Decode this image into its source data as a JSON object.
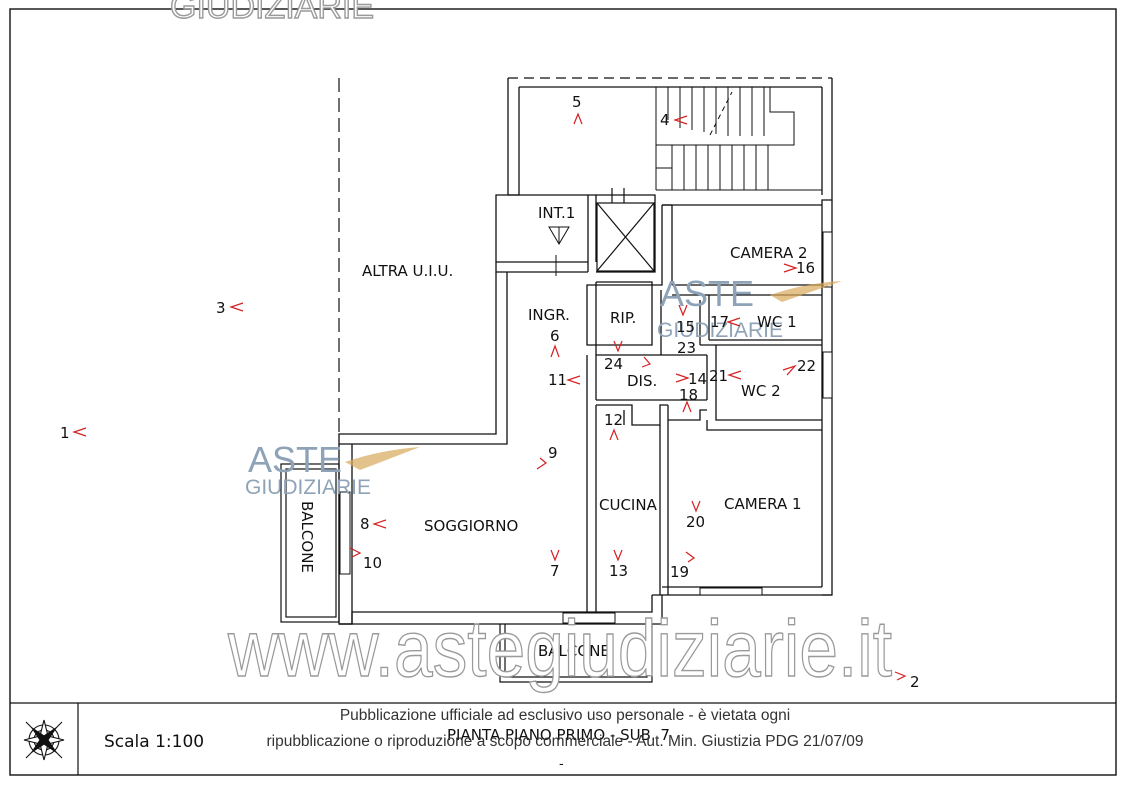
{
  "watermarks": {
    "top": "GIUDIZIARIE",
    "aste": "ASTE",
    "giudiziarie": "GIUDIZIARIE",
    "website": "www.astegiudiziarie.it"
  },
  "rooms": {
    "altra_uiu": "ALTRA U.I.U.",
    "int1": "INT.1",
    "ingresso": "INGR.",
    "ripostiglio": "RIP.",
    "camera2": "CAMERA 2",
    "wc1": "WC 1",
    "disimpegno": "DIS.",
    "wc2": "WC 2",
    "soggiorno": "SOGGIORNO",
    "cucina": "CUCINA",
    "camera1": "CAMERA 1",
    "balcone_left": "BALCONE",
    "balcone_bottom": "BALCONE"
  },
  "photo_points": {
    "p1": "1",
    "p2": "2",
    "p3": "3",
    "p4": "4",
    "p5": "5",
    "p6": "6",
    "p7": "7",
    "p8": "8",
    "p9": "9",
    "p10": "10",
    "p11": "11",
    "p12": "12",
    "p13": "13",
    "p14": "14",
    "p15": "15",
    "p16": "16",
    "p17": "17",
    "p18": "18",
    "p19": "19",
    "p20": "20",
    "p21": "21",
    "p22": "22",
    "p23": "23",
    "p24": "24"
  },
  "footer": {
    "scale": "Scala 1:100",
    "plan_title": "PIANTA PIANO PRIMO - SUB. 7",
    "notice_line1": "Pubblicazione ufficiale ad esclusivo uso personale - è vietata ogni",
    "notice_line2": "ripubblicazione o riproduzione a scopo commerciale - Aut. Min. Giustizia PDG 21/07/09",
    "dash": "-"
  },
  "colors": {
    "line": "#111111",
    "arrow": "#d42020",
    "watermark": "#9a9a9a"
  },
  "icons": {
    "compass": "compass-rose-icon"
  }
}
